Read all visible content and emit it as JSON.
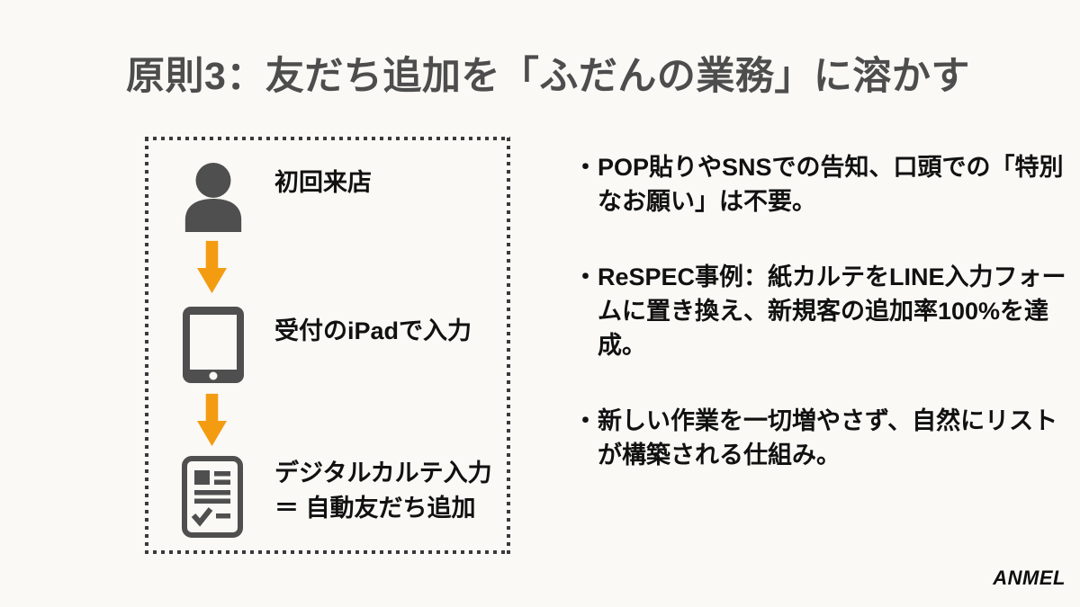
{
  "slide": {
    "title": "原則3：友だち追加を「ふだんの業務」に溶かす",
    "flow_box": {
      "steps": [
        {
          "icon": "person-icon",
          "label": "初回来店"
        },
        {
          "icon": "tablet-icon",
          "label": "受付のiPadで入力"
        },
        {
          "icon": "document-check-icon",
          "label": "デジタルカルテ入力\n＝ 自動友だち追加"
        }
      ],
      "connector": "arrow-down-icon"
    },
    "bullets": [
      "・POP貼りやSNSでの告知、口頭での「特別なお願い」は不要。",
      "・ReSPEC事例：紙カルテをLINE入力フォームに置き換え、新規客の追加率100%を達成。",
      "・新しい作業を一切増やさず、自然にリストが構築される仕組み。"
    ],
    "logo_text": "ANMEL"
  },
  "colors": {
    "background": "#faf9f6",
    "title_text": "#4d4d4d",
    "body_text": "#111111",
    "icon_gray": "#4f4f4f",
    "arrow_orange": "#f39c12",
    "dotted_border": "#3a3a3a",
    "logo": "#0d0d0d"
  }
}
